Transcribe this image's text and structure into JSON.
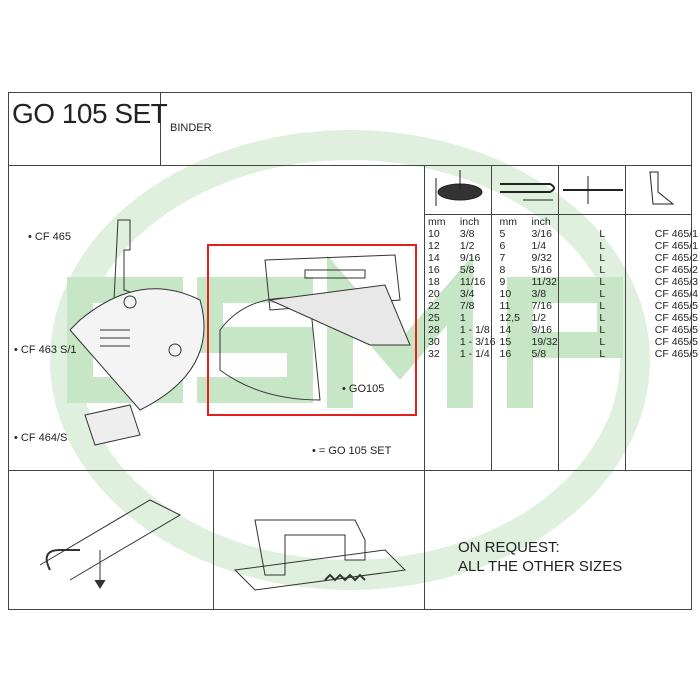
{
  "watermark": {
    "text": "CSMP",
    "color": "#8fcf8f"
  },
  "header": {
    "title": "GO 105 SET",
    "subtitle": "BINDER"
  },
  "parts": {
    "cf465": "• CF 465",
    "cf463": "• CF 463 S/1",
    "cf464": "• CF 464/S",
    "go105": "• GO105",
    "legend": "• = GO 105 SET"
  },
  "table": {
    "headers": [
      "mm",
      "inch",
      "mm",
      "inch",
      "",
      ""
    ],
    "rows": [
      [
        "10",
        "3/8",
        "5",
        "3/16",
        "L",
        "CF 465/1"
      ],
      [
        "12",
        "1/2",
        "6",
        "1/4",
        "L",
        "CF 465/1"
      ],
      [
        "14",
        "9/16",
        "7",
        "9/32",
        "L",
        "CF 465/2"
      ],
      [
        "16",
        "5/8",
        "8",
        "5/16",
        "L",
        "CF 465/2"
      ],
      [
        "18",
        "11/16",
        "9",
        "11/32",
        "L",
        "CF 465/3"
      ],
      [
        "20",
        "3/4",
        "10",
        "3/8",
        "L",
        "CF 465/4"
      ],
      [
        "22",
        "7/8",
        "11",
        "7/16",
        "L",
        "CF 465/5"
      ],
      [
        "25",
        "1",
        "12,5",
        "1/2",
        "L",
        "CF 465/5"
      ],
      [
        "28",
        "1 - 1/8",
        "14",
        "9/16",
        "L",
        "CF 465/5"
      ],
      [
        "30",
        "1 - 3/16",
        "15",
        "19/32",
        "L",
        "CF 465/5"
      ],
      [
        "32",
        "1 - 1/4",
        "16",
        "5/8",
        "L",
        "CF 465/5"
      ]
    ]
  },
  "note": {
    "line1": "ON REQUEST:",
    "line2": "ALL THE OTHER SIZES"
  },
  "colors": {
    "highlight": "#e0201c",
    "watermark": "#8fcf8f"
  }
}
